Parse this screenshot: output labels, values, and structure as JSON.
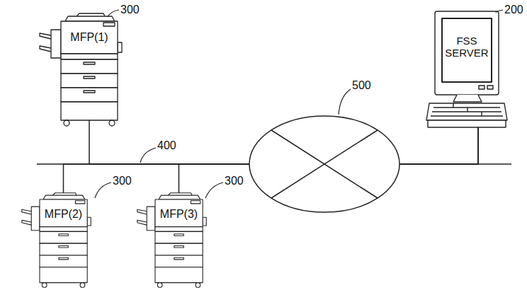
{
  "diagram": {
    "nodes": [
      {
        "text": [
          "MFP(1)"
        ]
      },
      {
        "text": [
          "MFP(2)"
        ]
      },
      {
        "text": [
          "MFP(3)"
        ]
      },
      {
        "text": [
          "FSS SERVER"
        ]
      }
    ],
    "edges": [
      {
        "from": 0,
        "to": 3,
        "arrow": "none"
      },
      {
        "from": 1,
        "to": 3,
        "arrow": "none"
      },
      {
        "from": 2,
        "to": 3,
        "arrow": "none"
      }
    ],
    "labels": [
      "300",
      "200",
      "500",
      "400",
      "300",
      "300"
    ]
  }
}
